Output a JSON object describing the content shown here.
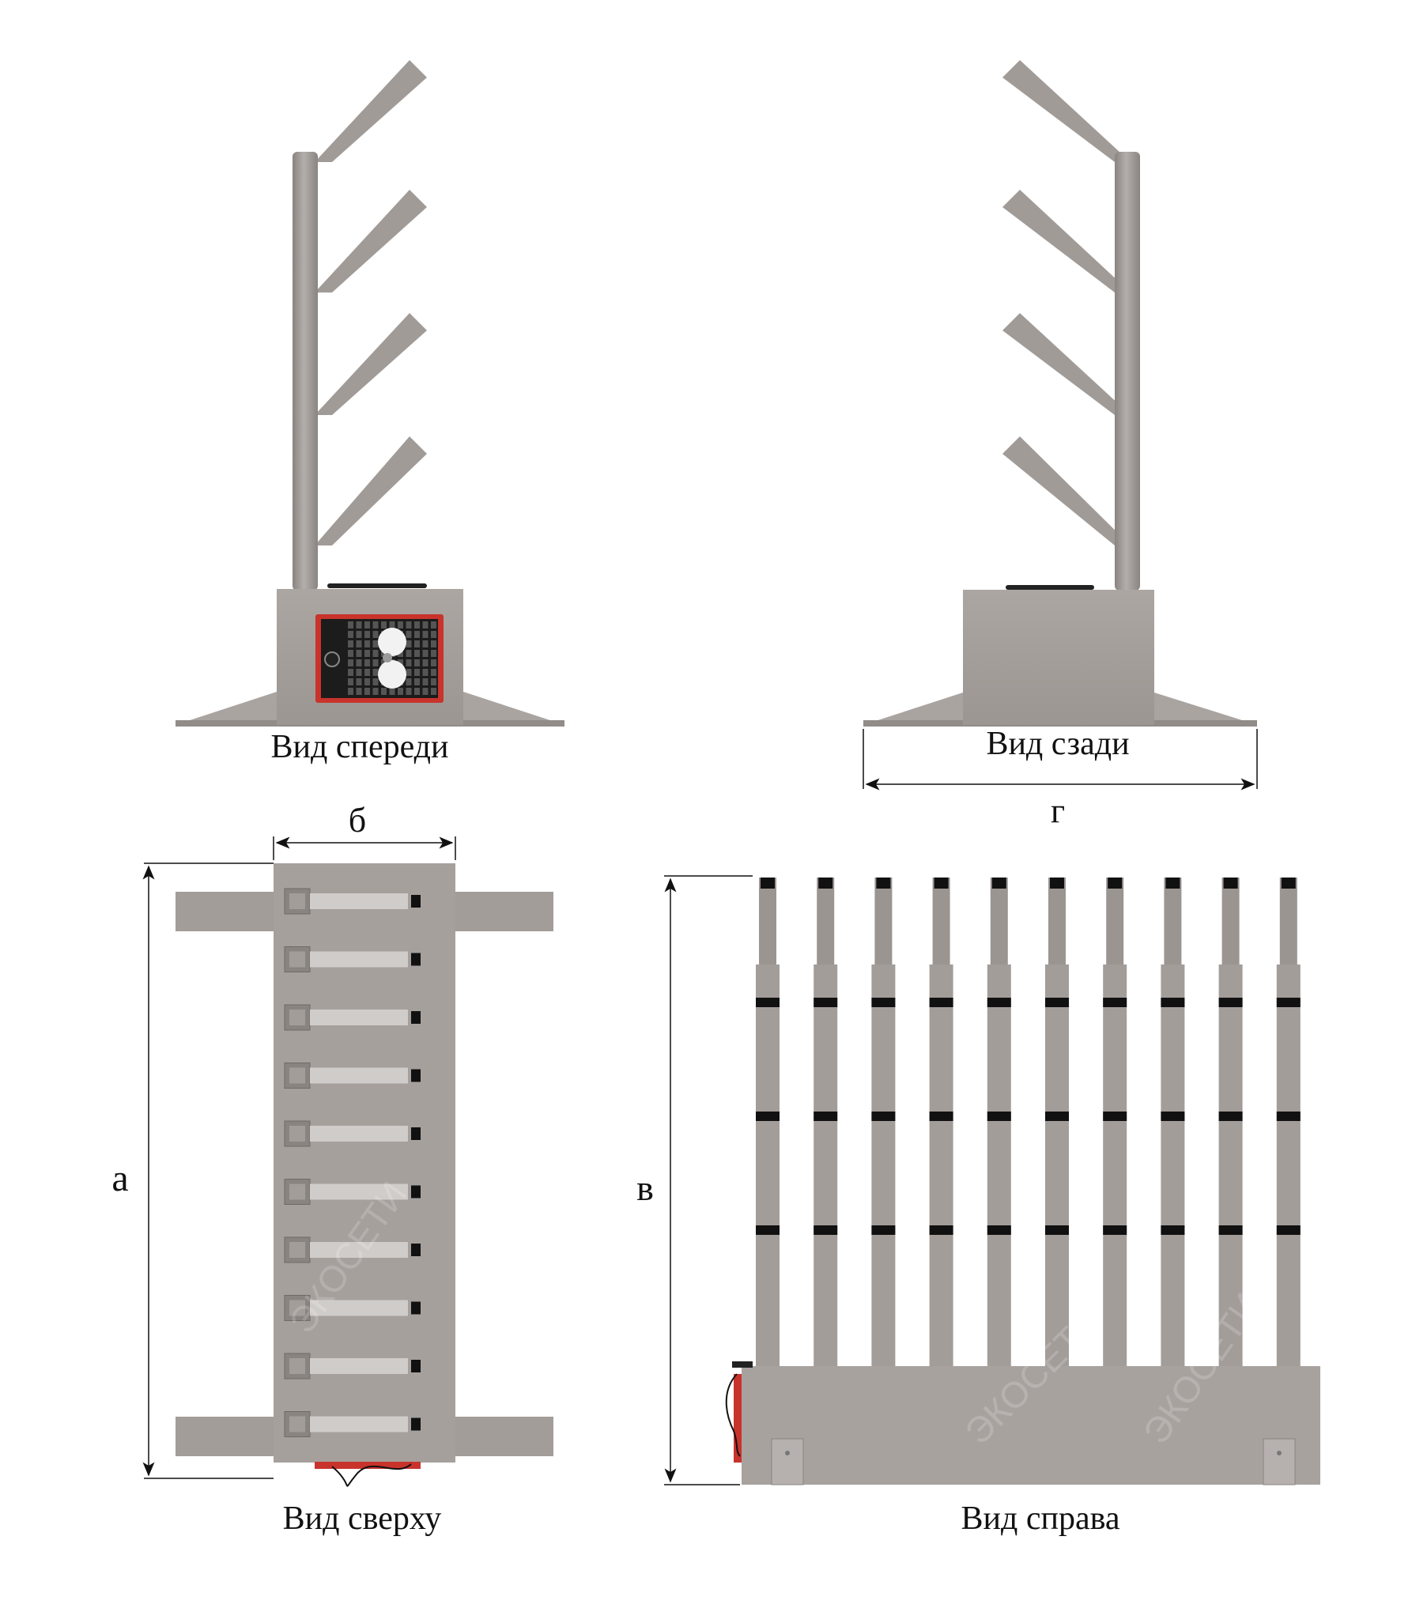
{
  "views": {
    "front": {
      "caption": "Вид спереди"
    },
    "back": {
      "caption": "Вид сзади"
    },
    "top": {
      "caption": "Вид сверху"
    },
    "right": {
      "caption": "Вид справа"
    }
  },
  "dimensions": {
    "a": "а",
    "b": "б",
    "v": "в",
    "g": "г"
  },
  "watermark": "ЭКОСЕТИ",
  "colors": {
    "steel": "#a09a97",
    "steel_dark": "#857f7c",
    "steel_light": "#bab5b2",
    "panel_red": "#c8332c",
    "ink": "#111111"
  },
  "structure": {
    "arm_count_side": 4,
    "slot_count_top": 10,
    "post_count_right": 10
  }
}
